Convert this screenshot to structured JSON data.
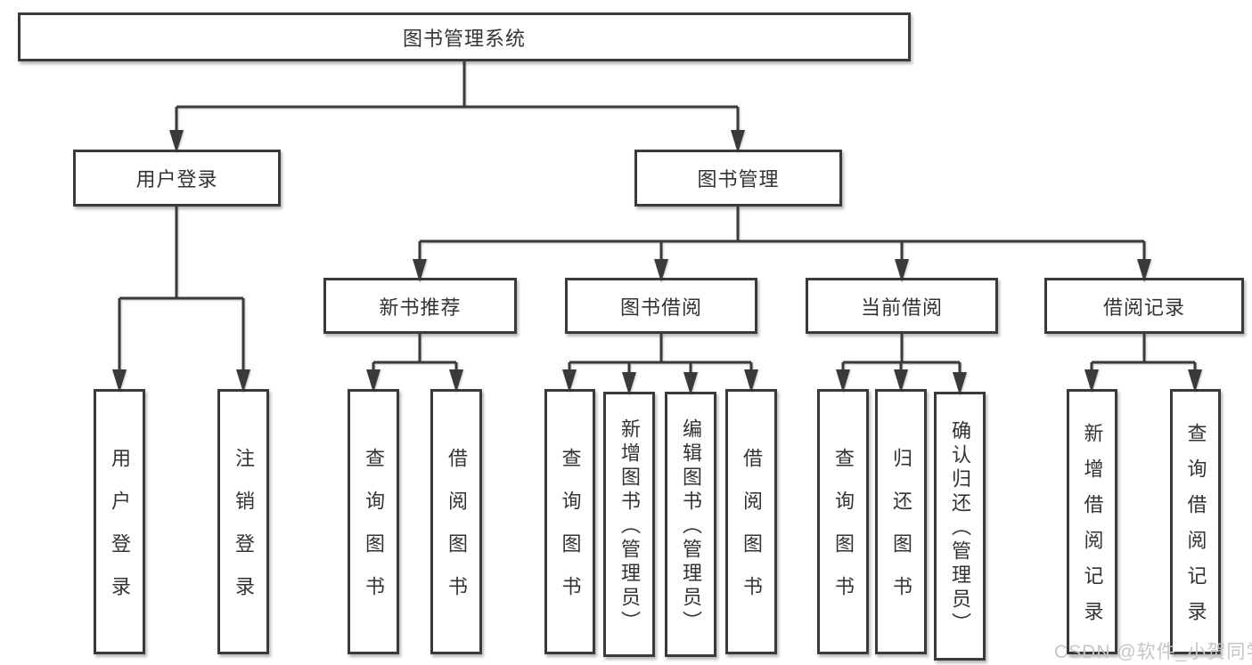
{
  "diagram": {
    "root": {
      "label": "图书管理系统"
    },
    "branches": [
      {
        "label": "用户登录",
        "children": [
          {
            "label": "用户登录"
          },
          {
            "label": "注销登录"
          }
        ]
      },
      {
        "label": "图书管理",
        "children": [
          {
            "label": "新书推荐",
            "children": [
              {
                "label": "查询图书"
              },
              {
                "label": "借阅图书"
              }
            ]
          },
          {
            "label": "图书借阅",
            "children": [
              {
                "label": "查询图书"
              },
              {
                "label": "新增图书（管理员）"
              },
              {
                "label": "编辑图书（管理员）"
              },
              {
                "label": "借阅图书"
              }
            ]
          },
          {
            "label": "当前借阅",
            "children": [
              {
                "label": "查询图书"
              },
              {
                "label": "归还图书"
              },
              {
                "label": "确认归还（管理员）"
              }
            ]
          },
          {
            "label": "借阅记录",
            "children": [
              {
                "label": "新增借阅记录"
              },
              {
                "label": "查询借阅记录"
              }
            ]
          }
        ]
      }
    ]
  },
  "watermark": {
    "text": "CSDN @软件_小贺同学"
  },
  "colors": {
    "line": "#3a3a3a",
    "node_border": "#3a3a3a",
    "node_fill": "#ffffff",
    "text": "#333333",
    "watermark": "#c6c6c6",
    "background": "#ffffff"
  }
}
